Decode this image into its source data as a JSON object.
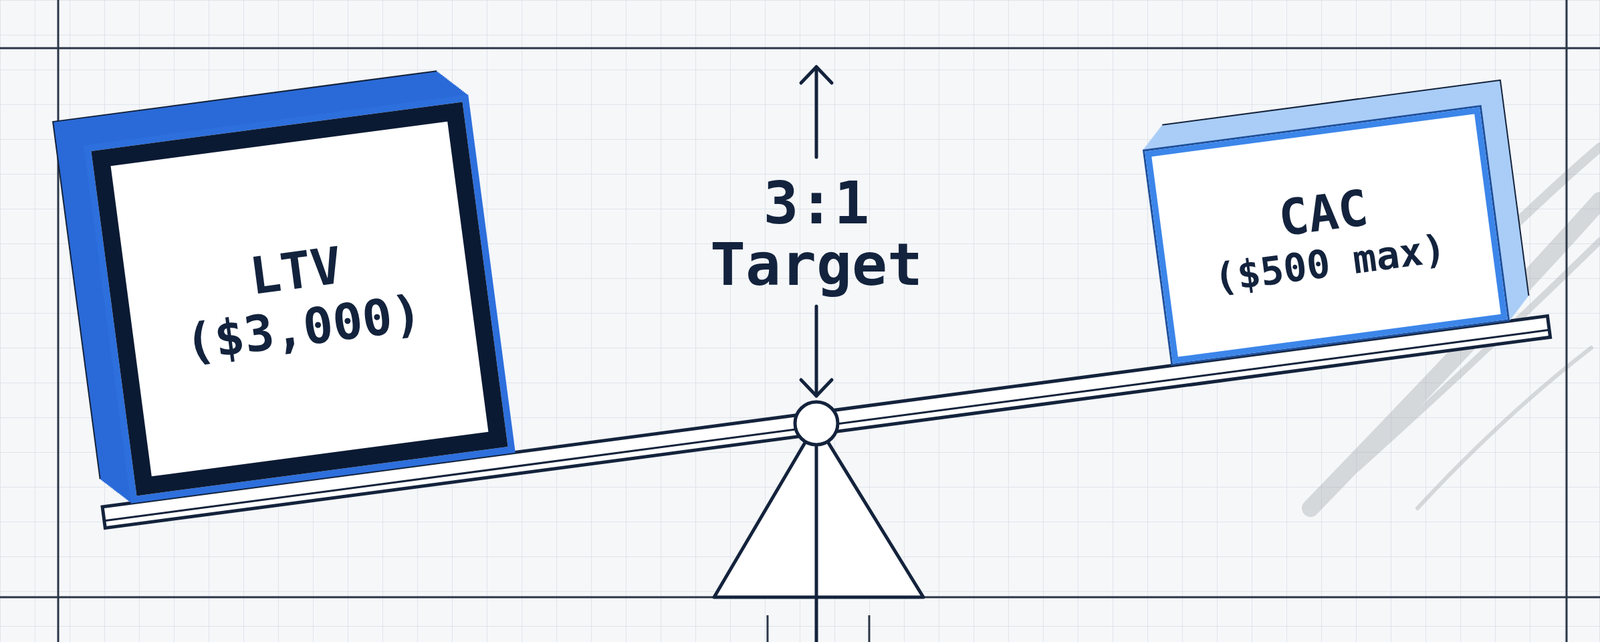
{
  "diagram": {
    "nodes": [
      {
        "text": [
          "LTV",
          "($3,000)"
        ]
      },
      {
        "text": [
          "CAC",
          "($500 max)"
        ]
      }
    ],
    "labels": [
      "3:1 Target"
    ]
  }
}
